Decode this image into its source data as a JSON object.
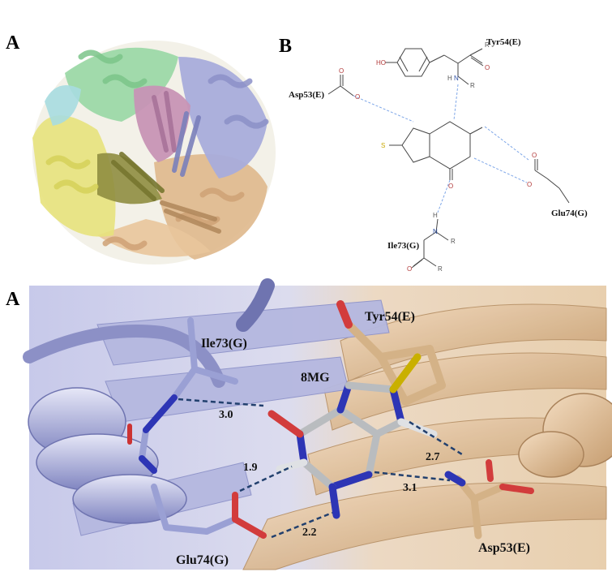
{
  "panels": {
    "top_left": "A",
    "top_right": "B",
    "bottom": "A"
  },
  "diagram_2d": {
    "residues": {
      "tyr": "Tyr54(E)",
      "asp": "Asp53(E)",
      "glu": "Glu74(G)",
      "ile": "Ile73(G)"
    },
    "atoms": {
      "ho": "HO",
      "o_minus_asp": "O",
      "o_asp": "O",
      "o_minus_glu": "O",
      "o_glu": "O",
      "s": "S",
      "o_ring": "O",
      "o_ile": "O",
      "n_tyr": "N",
      "h_tyr": "H",
      "r_tyr": "R",
      "r_tyr2": "R",
      "n_ile": "N",
      "h_ile": "H",
      "r_ile": "R",
      "r_ile2": "R"
    }
  },
  "view_3d": {
    "ligand": "8MG",
    "residues": {
      "ile": "Ile73(G)",
      "tyr": "Tyr54(E)",
      "glu": "Glu74(G)",
      "asp": "Asp53(E)"
    },
    "distances": {
      "d1": "3.0",
      "d2": "1.9",
      "d3": "2.7",
      "d4": "3.1",
      "d5": "2.2"
    }
  },
  "colors": {
    "lavender": "#a9addb",
    "tan": "#d9b48f",
    "green": "#8ed29b",
    "yellow": "#e6e27a",
    "olive": "#8b8a3c",
    "pink": "#c998b8",
    "cyan": "#9fd6da",
    "hbond_2d": "#7fa7e8",
    "hbond_3d": "#22406e"
  }
}
